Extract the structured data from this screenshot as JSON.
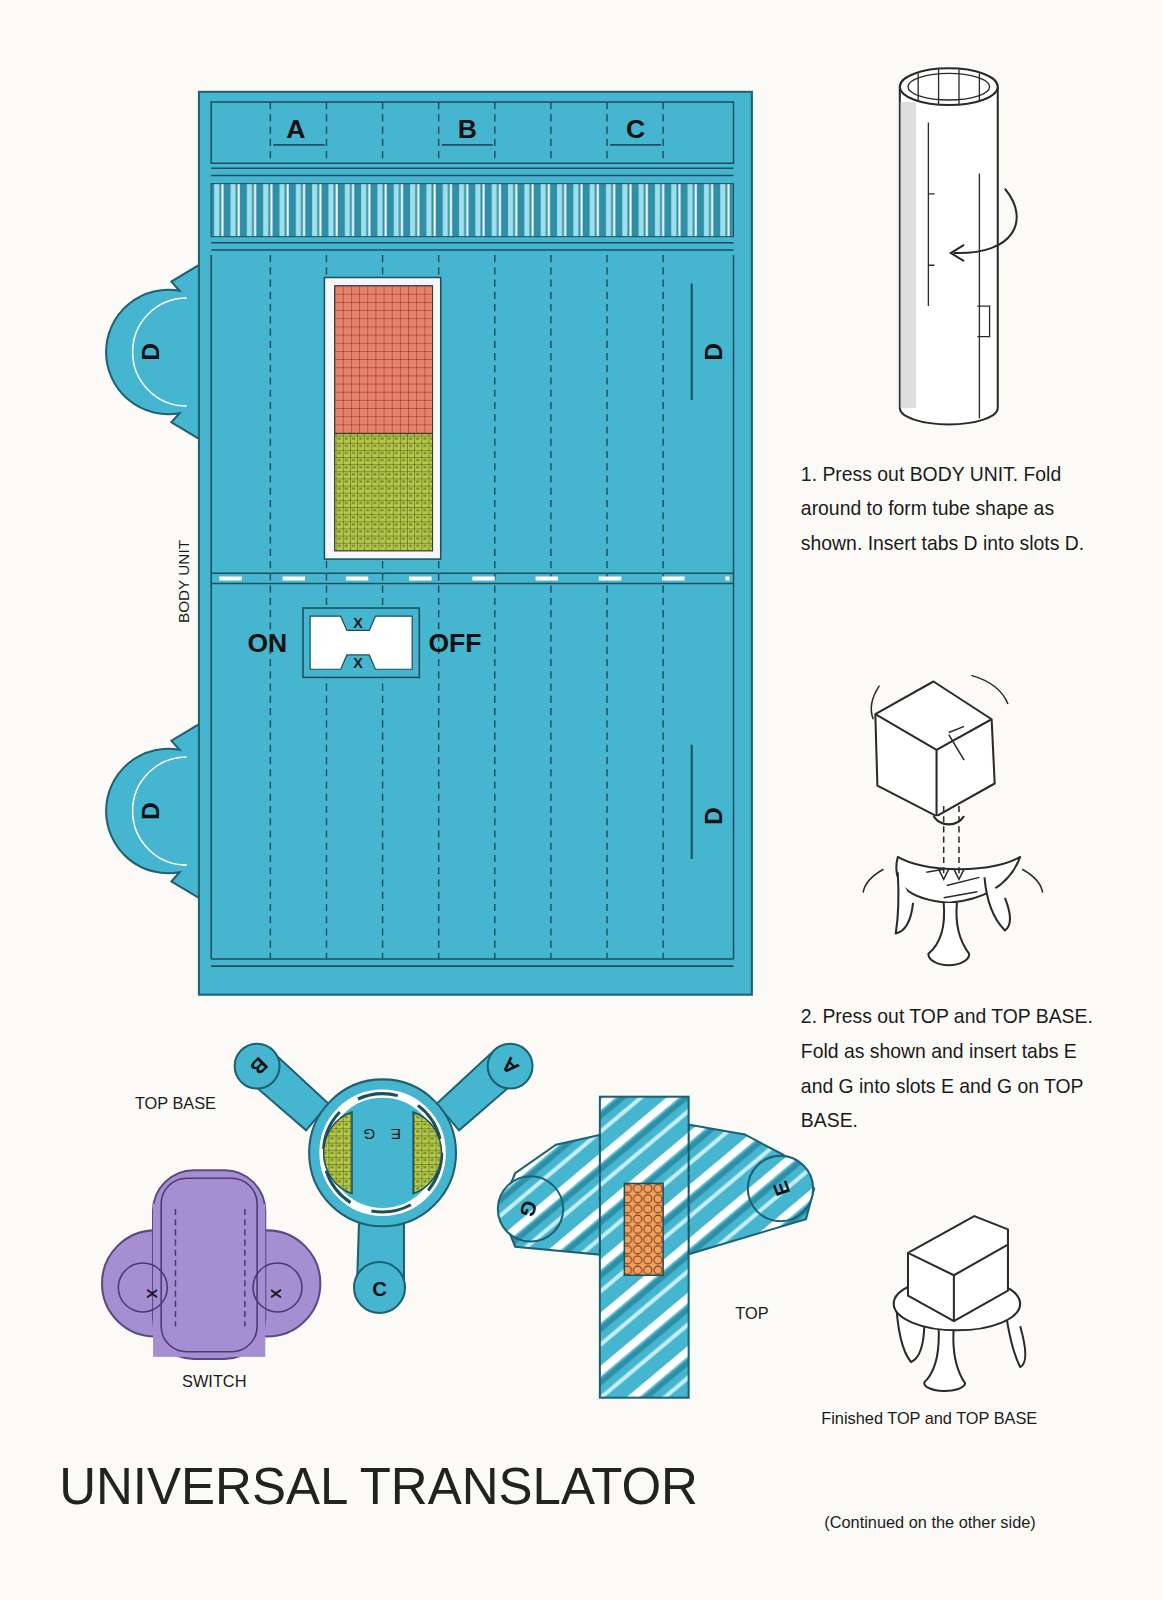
{
  "diagram": {
    "title": "UNIVERSAL TRANSLATOR",
    "nodes": [
      {
        "text": [
          "BODY UNIT",
          "A",
          "B",
          "C",
          "D",
          "D",
          "D",
          "D",
          "ON",
          "X",
          "X",
          "OFF"
        ]
      },
      {
        "text": [
          "TOP BASE",
          "B",
          "A",
          "C",
          "G",
          "E"
        ]
      },
      {
        "text": [
          "SWITCH",
          "X",
          "X"
        ]
      },
      {
        "text": [
          "TOP",
          "G",
          "E"
        ]
      }
    ],
    "labels": [
      "1. Press out BODY UNIT. Fold around to form tube shape as shown. Insert tabs D into slots D.",
      "2. Press out TOP and TOP BASE. Fold as shown and insert tabs E and G into slots E and G on TOP BASE.",
      "Finished TOP and TOP BASE",
      "(Continued on the other side)"
    ]
  }
}
